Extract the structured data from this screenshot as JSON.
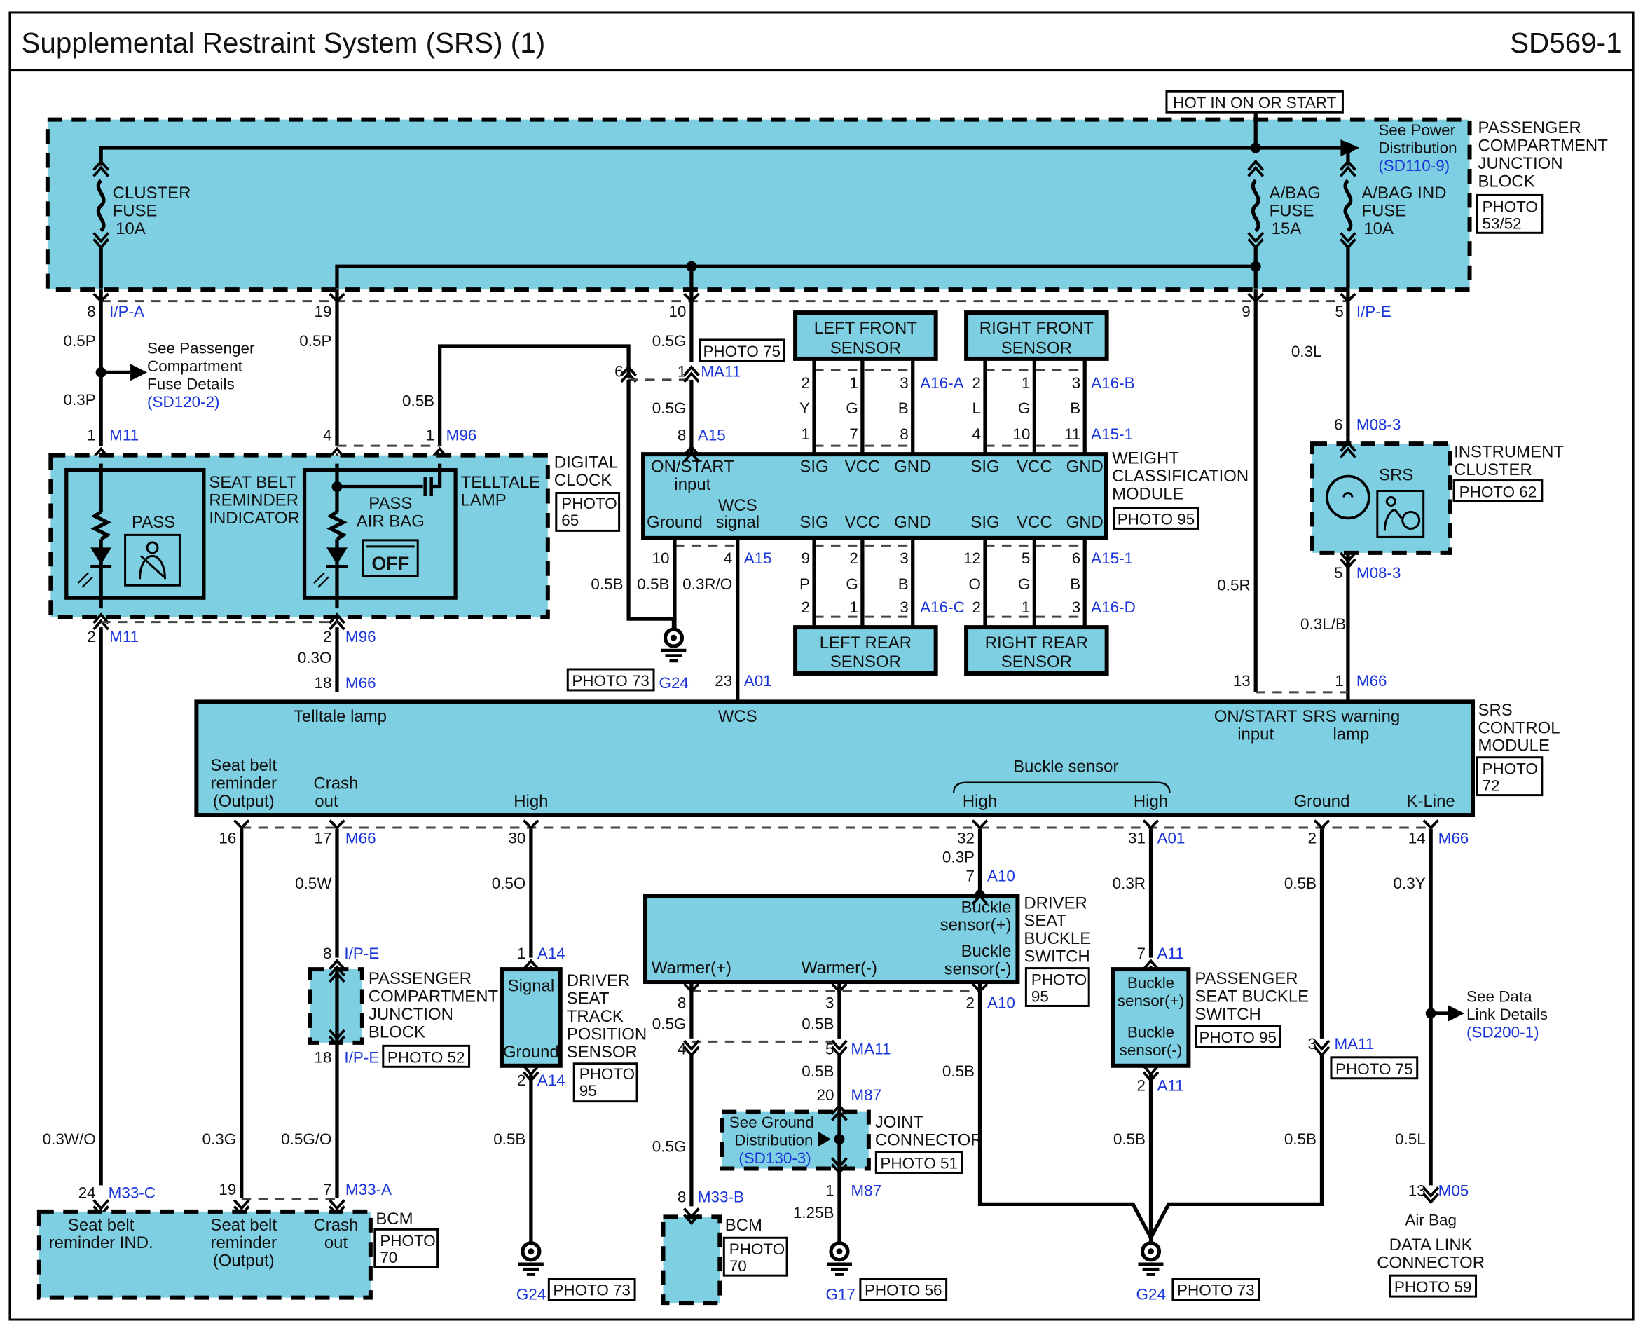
{
  "header": {
    "title": "Supplemental Restraint System (SRS) (1)",
    "code": "SD569-1"
  },
  "power": {
    "hot": "HOT IN ON OR START"
  },
  "junction_top": {
    "l1": "PASSENGER",
    "l2": "COMPARTMENT",
    "l3": "JUNCTION",
    "l4": "BLOCK",
    "p1": "PHOTO",
    "p2": "53/52",
    "see1": "See Power",
    "see2": "Distribution",
    "see_ref": "(SD110-9)",
    "fuse1": {
      "l1": "CLUSTER",
      "l2": "FUSE",
      "l3": "10A"
    },
    "fuse2": {
      "l1": "A/BAG",
      "l2": "FUSE",
      "l3": "15A"
    },
    "fuse3": {
      "l1": "A/BAG IND",
      "l2": "FUSE",
      "l3": "10A"
    }
  },
  "connectors": {
    "ipa": "I/P-A",
    "ipe": "I/P-E",
    "m11": "M11",
    "m96": "M96",
    "ma11": "MA11",
    "a15": "A15",
    "a151": "A15-1",
    "a16a": "A16-A",
    "a16b": "A16-B",
    "a16c": "A16-C",
    "a16d": "A16-D",
    "m083": "M08-3",
    "a01": "A01",
    "m66": "M66",
    "a10": "A10",
    "a11": "A11",
    "a14": "A14",
    "m87": "M87",
    "m33a": "M33-A",
    "m33b": "M33-B",
    "m33c": "M33-C",
    "m05": "M05",
    "g24": "G24",
    "g17": "G17"
  },
  "pins": {
    "p1": "1",
    "p2": "2",
    "p3": "3",
    "p4": "4",
    "p5": "5",
    "p6": "6",
    "p7": "7",
    "p8": "8",
    "p9": "9",
    "p10": "10",
    "p11": "11",
    "p12": "12",
    "p13": "13",
    "p14": "14",
    "p16": "16",
    "p17": "17",
    "p18": "18",
    "p19": "19",
    "p20": "20",
    "p23": "23",
    "p24": "24",
    "p30": "30",
    "p31": "31",
    "p32": "32"
  },
  "wires": {
    "w05p": "0.5P",
    "w03p": "0.3P",
    "w05g": "0.5G",
    "w05b": "0.5B",
    "w03ro": "0.3R/O",
    "w03l": "0.3L",
    "w03lb": "0.3L/B",
    "w05r": "0.5R",
    "w03o": "0.3O",
    "w05w": "0.5W",
    "w05o": "0.5O",
    "w03r": "0.3R",
    "w03y": "0.3Y",
    "w03wo": "0.3W/O",
    "w03g": "0.3G",
    "w05go": "0.5G/O",
    "w05l": "0.5L",
    "w125b": "1.25B",
    "y": "Y",
    "g": "G",
    "b": "B",
    "l": "L",
    "p": "P",
    "o": "O"
  },
  "see_fuse": {
    "l1": "See Passenger",
    "l2": "Compartment",
    "l3": "Fuse Details",
    "ref": "(SD120-2)"
  },
  "seat_belt": {
    "l1": "SEAT BELT",
    "l2": "REMINDER",
    "l3": "INDICATOR",
    "pass": "PASS"
  },
  "telltale": {
    "l1": "TELLTALE",
    "l2": "LAMP",
    "pass": "PASS",
    "airbag": "AIR BAG",
    "off": "OFF"
  },
  "clock": {
    "l1": "DIGITAL",
    "l2": "CLOCK",
    "p1": "PHOTO",
    "p2": "65"
  },
  "photos": {
    "p75": "PHOTO 75",
    "p73": "PHOTO 73",
    "p95": "PHOTO 95",
    "p62": "PHOTO 62",
    "p52": "PHOTO 52",
    "p56": "PHOTO 56",
    "p51": "PHOTO 51",
    "p59": "PHOTO 59",
    "photo": "PHOTO",
    "n95": "95",
    "n70": "70",
    "n72": "72"
  },
  "sensors": {
    "left_front": "LEFT FRONT",
    "right_front": "RIGHT FRONT",
    "left_rear": "LEFT REAR",
    "right_rear": "RIGHT REAR",
    "sensor": "SENSOR"
  },
  "wcm": {
    "on_start": "ON/START",
    "input": "input",
    "ground": "Ground",
    "wcs": "WCS",
    "signal": "signal",
    "sig": "SIG",
    "vcc": "VCC",
    "gnd": "GND",
    "l1": "WEIGHT",
    "l2": "CLASSIFICATION",
    "l3": "MODULE"
  },
  "cluster": {
    "l1": "INSTRUMENT",
    "l2": "CLUSTER",
    "srs": "SRS"
  },
  "srs_module": {
    "telltale": "Telltale lamp",
    "wcs": "WCS",
    "on_start": "ON/START",
    "input": "input",
    "warn1": "SRS warning",
    "warn2": "lamp",
    "sbr1": "Seat belt",
    "sbr2": "reminder",
    "sbr3": "(Output)",
    "crash1": "Crash",
    "crash2": "out",
    "high": "High",
    "buckle": "Buckle sensor",
    "ground": "Ground",
    "kline": "K-Line",
    "l1": "SRS",
    "l2": "CONTROL",
    "l3": "MODULE"
  },
  "driver_buckle": {
    "b1": "Buckle",
    "s_plus": "sensor(+)",
    "s_minus": "sensor(-)",
    "warm_plus": "Warmer(+)",
    "warm_minus": "Warmer(-)",
    "l1": "DRIVER",
    "l2": "SEAT",
    "l3": "BUCKLE",
    "l4": "SWITCH"
  },
  "pass_buckle": {
    "b1": "Buckle",
    "s_plus": "sensor(+)",
    "s_minus": "sensor(-)",
    "l1": "PASSENGER",
    "l2": "SEAT BUCKLE",
    "l3": "SWITCH"
  },
  "track": {
    "signal": "Signal",
    "ground": "Ground",
    "l1": "DRIVER",
    "l2": "SEAT",
    "l3": "TRACK",
    "l4": "POSITION",
    "l5": "SENSOR"
  },
  "jb2": {
    "l1": "PASSENGER",
    "l2": "COMPARTMENT",
    "l3": "JUNCTION",
    "l4": "BLOCK"
  },
  "bcm": {
    "label": "BCM",
    "sbi1": "Seat belt",
    "sbi2": "reminder IND.",
    "sbr1": "Seat belt",
    "sbr2": "reminder",
    "sbr3": "(Output)",
    "crash1": "Crash",
    "crash2": "out"
  },
  "joint": {
    "see1": "See Ground",
    "see2": "Distribution",
    "ref": "(SD130-3)",
    "l1": "JOINT",
    "l2": "CONNECTOR"
  },
  "data_link": {
    "see1": "See Data",
    "see2": "Link Details",
    "ref": "(SD200-1)",
    "airbag": "Air Bag",
    "l1": "DATA LINK",
    "l2": "CONNECTOR"
  }
}
